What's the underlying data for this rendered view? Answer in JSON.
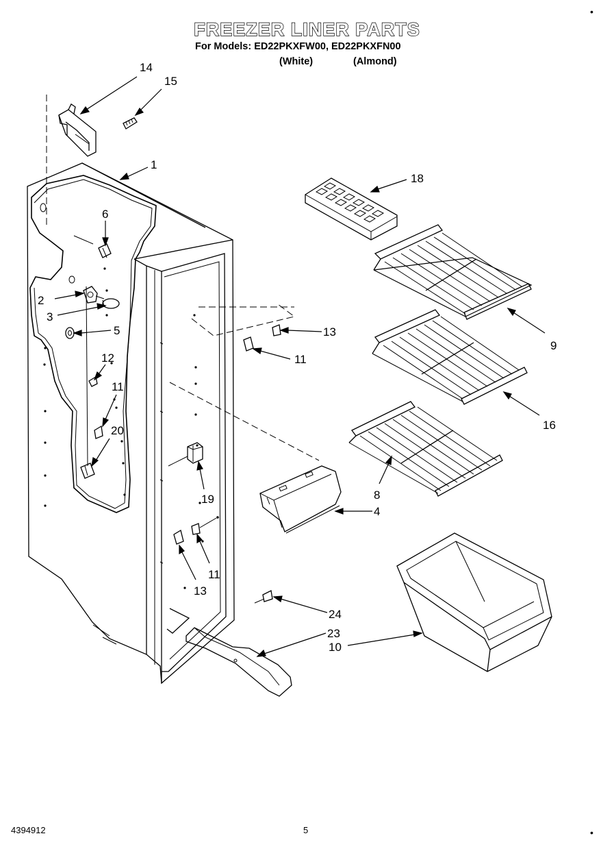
{
  "header": {
    "title": "FREEZER LINER PARTS",
    "models_line": "For Models: ED22PKXFW00, ED22PKXFN00",
    "variant_white": "(White)",
    "variant_almond": "(Almond)"
  },
  "footer": {
    "doc_number": "4394912",
    "page_number": "5"
  },
  "callouts": [
    "14",
    "15",
    "1",
    "6",
    "2",
    "3",
    "5",
    "12",
    "11",
    "20",
    "18",
    "9",
    "13",
    "11",
    "16",
    "8",
    "4",
    "19",
    "11",
    "13",
    "24",
    "23",
    "10"
  ]
}
